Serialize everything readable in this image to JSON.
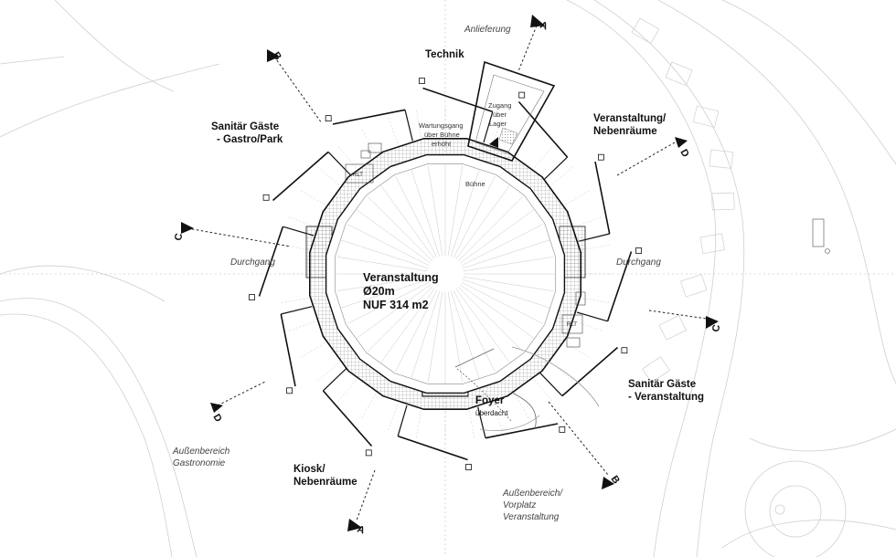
{
  "labels": {
    "technik": "Technik",
    "anlieferung": "Anlieferung",
    "sanitaer_gastro_l1": "Sanitär Gäste",
    "sanitaer_gastro_l2": "- Gastro/Park",
    "veranstaltung_neben_l1": "Veranstaltung/",
    "veranstaltung_neben_l2": "Nebenräume",
    "zugang_l1": "Zugang",
    "zugang_l2": "über",
    "zugang_l3": "Lager",
    "wartung_l1": "Wartungsgang",
    "wartung_l2": "über Bühne",
    "wartung_l3": "erhöht",
    "buehne": "Bühne",
    "rlt_left": "RLT",
    "rlt_right": "RLT",
    "durchgang_left": "Durchgang",
    "durchgang_right": "Durchgang",
    "center_l1": "Veranstaltung",
    "center_l2": "Ø20m",
    "center_l3": "NUF 314 m2",
    "sanitaer_veranst_l1": "Sanitär Gäste",
    "sanitaer_veranst_l2": "- Veranstaltung",
    "foyer_l1": "Foyer",
    "foyer_l2": "überdacht",
    "aussen_gastro_l1": "Außenbereich",
    "aussen_gastro_l2": "Gastronomie",
    "kiosk_l1": "Kiosk/",
    "kiosk_l2": "Nebenräume",
    "vorplatz_l1": "Außenbereich/",
    "vorplatz_l2": "Vorplatz",
    "vorplatz_l3": "Veranstaltung"
  },
  "section_markers": {
    "a_top": "A",
    "a_bottom": "A",
    "b_top": "B",
    "b_bottom": "B",
    "c_left": "C",
    "c_right": "C",
    "d_left": "D",
    "d_right": "D"
  },
  "colors": {
    "wall": "#111111",
    "thin": "#9a9a9a",
    "faint": "#c8c8c8",
    "hatch": "#777777"
  }
}
